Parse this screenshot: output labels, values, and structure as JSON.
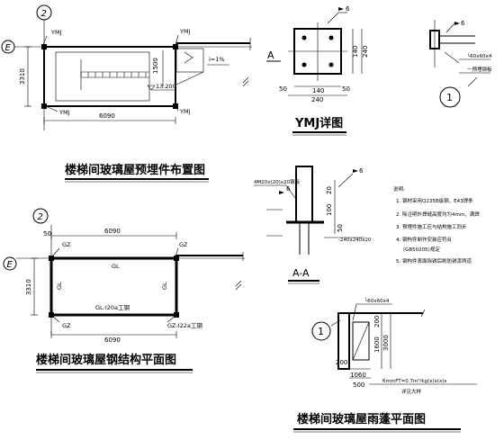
{
  "drawings": {
    "plan_embed": {
      "title": "楼梯间玻璃屋预埋件布置图",
      "axis_left": "E",
      "axis_top": "2",
      "tags": [
        "YMJ",
        "YMJ",
        "YMJ",
        "YMJ"
      ],
      "slope": "i=1%",
      "elevation": "13.200",
      "dims": {
        "width": "6090",
        "height": "3310",
        "side": "1500"
      }
    },
    "ymj_detail": {
      "title": "YMJ详图",
      "section_mark": "A",
      "dims": {
        "top": "6",
        "side_total": "240",
        "side_inner": "140",
        "bottom_total": "240",
        "bottom_inner": "140",
        "bottom_left": "50",
        "side_left": "50"
      }
    },
    "node_detail": {
      "circle": "1",
      "dims": {
        "weld": "6",
        "angle": "└60x60x4",
        "note": "一预埋钢板"
      }
    },
    "section_aa": {
      "title": "A-A",
      "labels": {
        "weld1": "6",
        "weld2": "6",
        "plate_note": "4M20x(20)x20钢板",
        "anchor_note": "-240x240x20",
        "d1": "20",
        "d2": "100",
        "d3": "50"
      }
    },
    "notes": {
      "heading": "说明:",
      "items": [
        "1. 钢材采用Q235B级钢，E43焊条",
        "2. 除注明外焊缝高度均为4mm，满焊",
        "3. 预埋件施工应与结构施工同步",
        "4. 钢构件制作安装应符合",
        "(GB50205)规定",
        "5. 钢构件表面除锈后刷防锈漆两道"
      ]
    },
    "plan_steel": {
      "title": "楼梯间玻璃屋钢结构平面图",
      "axis_left": "E",
      "axis_top": "2",
      "labels": {
        "gz1": "GZ",
        "gz2": "GZ",
        "gz3": "GZ",
        "gz4": "GZ-I22a工钢",
        "gl_top": "GL",
        "gl_left": "GL",
        "gl_right": "GL",
        "gl_bottom": "GL:I20a工钢"
      },
      "dims": {
        "top": "6090",
        "bottom": "6090",
        "height": "3310",
        "edge": "50"
      }
    },
    "canopy_plan": {
      "title": "楼梯间玻璃屋雨蓬平面图",
      "circle": "1",
      "labels": {
        "angle": "└60x60x4",
        "bolt": "6mmFT=0.7m²/kg(x)x(x)x",
        "note": "详见大样"
      },
      "dims": {
        "d1": "3000",
        "d2": "1600",
        "d3": "200",
        "d4": "1060",
        "d5": "500",
        "d6": "200"
      }
    }
  }
}
